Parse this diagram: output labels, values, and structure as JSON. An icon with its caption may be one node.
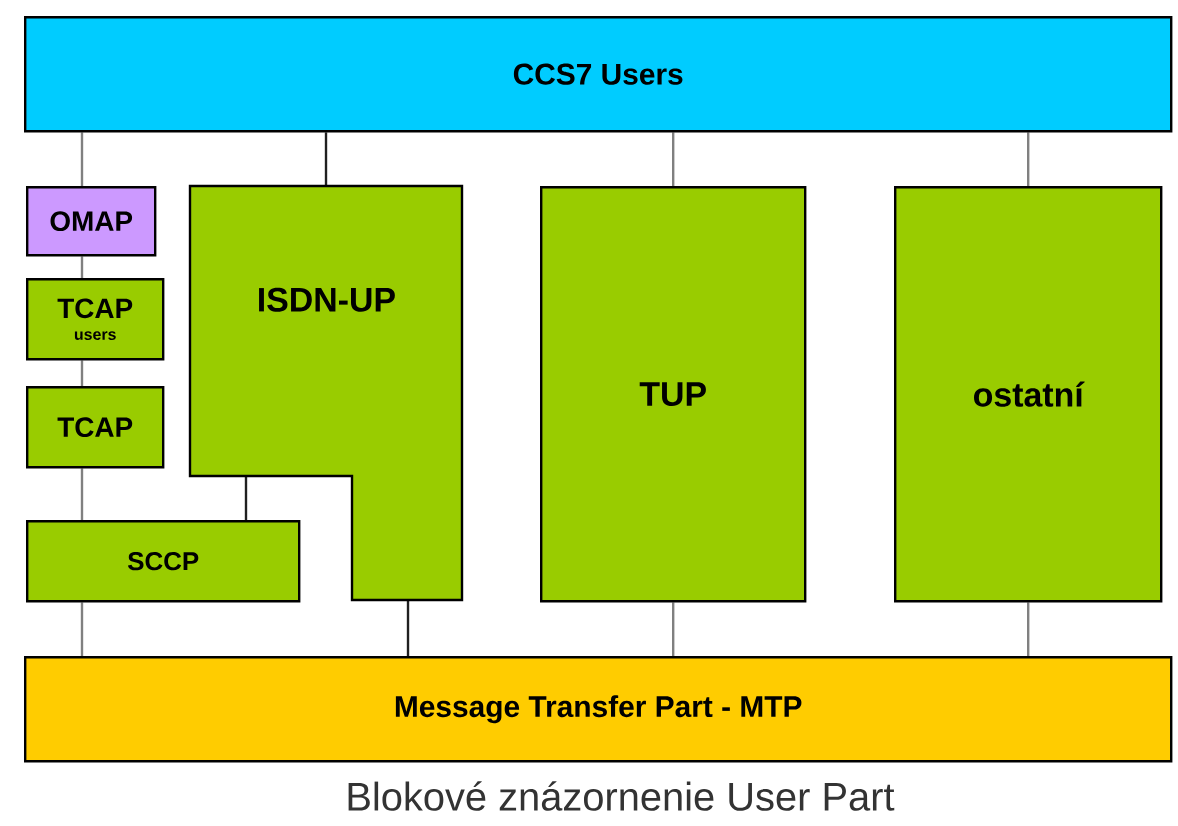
{
  "diagram": {
    "caption": "Blokové znázornenie User Part",
    "nodes": [
      {
        "text": [
          "CCS7 Users"
        ]
      },
      {
        "text": [
          "OMAP"
        ]
      },
      {
        "text": [
          "TCAP",
          "users"
        ]
      },
      {
        "text": [
          "TCAP"
        ]
      },
      {
        "text": [
          "ISDN-UP"
        ]
      },
      {
        "text": [
          "SCCP"
        ]
      },
      {
        "text": [
          "TUP"
        ]
      },
      {
        "text": [
          "ostatní"
        ]
      },
      {
        "text": [
          "Message Transfer Part - MTP"
        ]
      }
    ],
    "edges": [
      {
        "from": 0,
        "to": 1,
        "arrow": "none"
      },
      {
        "from": 1,
        "to": 2,
        "arrow": "none"
      },
      {
        "from": 2,
        "to": 3,
        "arrow": "none"
      },
      {
        "from": 3,
        "to": 5,
        "arrow": "none"
      },
      {
        "from": 5,
        "to": 8,
        "arrow": "none"
      },
      {
        "from": 0,
        "to": 4,
        "arrow": "none",
        "color": "#202020"
      },
      {
        "from": 4,
        "to": 5,
        "arrow": "none",
        "color": "#202020"
      },
      {
        "from": 4,
        "to": 8,
        "arrow": "none",
        "color": "#202020"
      },
      {
        "from": 0,
        "to": 6,
        "arrow": "none"
      },
      {
        "from": 6,
        "to": 8,
        "arrow": "none"
      },
      {
        "from": 0,
        "to": 7,
        "arrow": "none"
      },
      {
        "from": 7,
        "to": 8,
        "arrow": "none"
      }
    ]
  }
}
